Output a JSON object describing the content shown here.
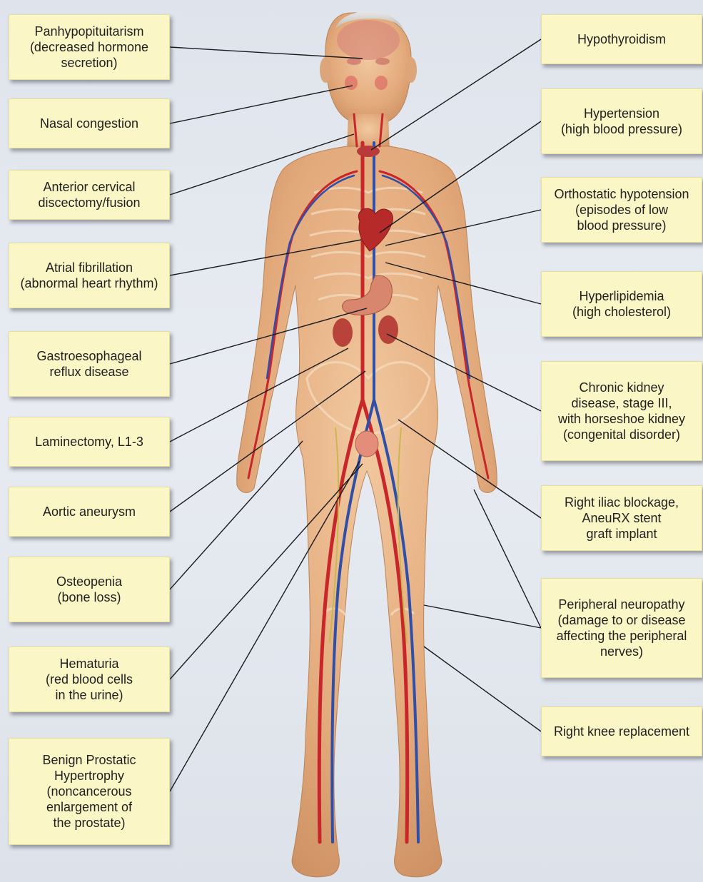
{
  "labels_left": [
    {
      "id": "panhypopituitarism",
      "text": "Panhypopituitarism\n(decreased hormone\nsecretion)"
    },
    {
      "id": "nasal-congestion",
      "text": "Nasal congestion"
    },
    {
      "id": "cervical-discectomy",
      "text": "Anterior cervical\ndiscectomy/fusion"
    },
    {
      "id": "atrial-fibrillation",
      "text": "Atrial fibrillation\n(abnormal heart rhythm)"
    },
    {
      "id": "gerd",
      "text": "Gastroesophageal\nreflux disease"
    },
    {
      "id": "laminectomy",
      "text": "Laminectomy, L1-3"
    },
    {
      "id": "aortic-aneurysm",
      "text": "Aortic aneurysm"
    },
    {
      "id": "osteopenia",
      "text": "Osteopenia\n(bone loss)"
    },
    {
      "id": "hematuria",
      "text": "Hematuria\n(red blood cells\nin the urine)"
    },
    {
      "id": "bph",
      "text": "Benign Prostatic\nHypertrophy\n(noncancerous\nenlargement of\nthe prostate)"
    }
  ],
  "labels_right": [
    {
      "id": "hypothyroidism",
      "text": "Hypothyroidism"
    },
    {
      "id": "hypertension",
      "text": "Hypertension\n(high blood pressure)"
    },
    {
      "id": "orthostatic-hypotension",
      "text": "Orthostatic hypotension\n(episodes of low\nblood pressure)"
    },
    {
      "id": "hyperlipidemia",
      "text": "Hyperlipidemia\n(high cholesterol)"
    },
    {
      "id": "chronic-kidney-disease",
      "text": "Chronic kidney\ndisease, stage III,\nwith horseshoe kidney\n(congenital disorder)"
    },
    {
      "id": "iliac-blockage",
      "text": "Right iliac blockage,\nAneuRX stent\ngraft implant"
    },
    {
      "id": "peripheral-neuropathy",
      "text": "Peripheral neuropathy\n(damage to or disease\naffecting the peripheral\nnerves)"
    },
    {
      "id": "knee-replacement",
      "text": "Right knee replacement"
    }
  ],
  "colors": {
    "label_fill": "#fbf6c6",
    "skin": "#e9b88c",
    "artery": "#c8262a",
    "vein": "#2f4fa8",
    "leader_line": "#1a1a1a"
  }
}
